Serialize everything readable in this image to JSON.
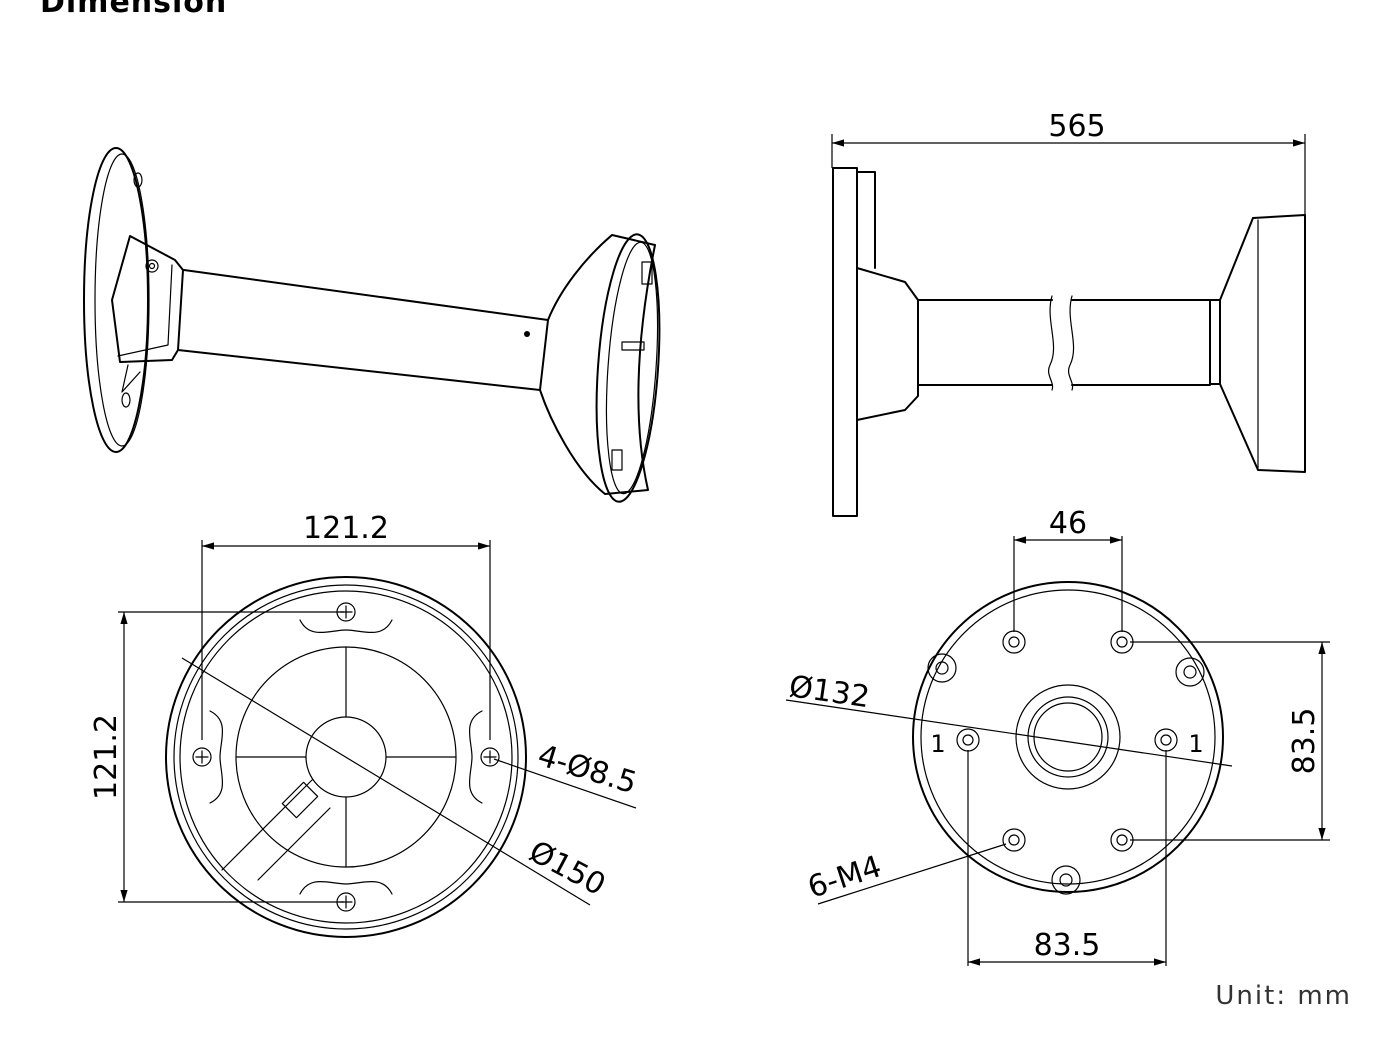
{
  "heading": "Dimension",
  "unit_label": "Unit:  mm",
  "dimensions": {
    "overall_length": "565",
    "base_hole_spacing_horizontal": "121.2",
    "base_hole_spacing_vertical": "121.2",
    "base_mount_holes": "4-Ø8.5",
    "base_diameter": "Ø150",
    "head_hole_spacing_top": "46",
    "head_diameter": "Ø132",
    "head_hole_spacing_vertical": "83.5",
    "head_hole_spacing_bottom": "83.5",
    "head_thread_holes": "6-M4",
    "hole_marker_left": "1",
    "hole_marker_right": "1"
  }
}
